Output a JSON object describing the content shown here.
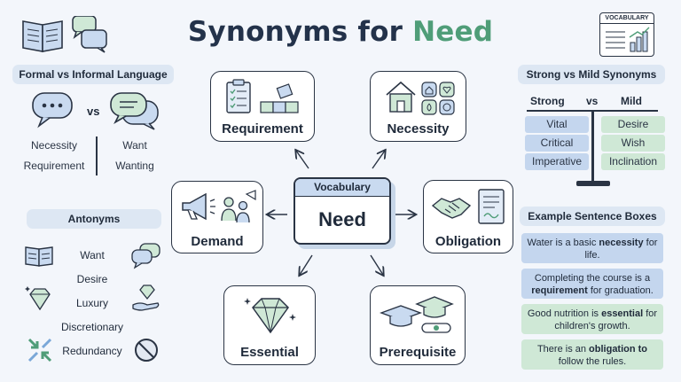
{
  "title": {
    "prefix": "Synonyms for",
    "word": "Need"
  },
  "badge": {
    "label": "VOCABULARY"
  },
  "formal_informal": {
    "heading": "Formal vs Informal Language",
    "vs": "vs",
    "formal": [
      "Necessity",
      "Requirement"
    ],
    "informal": [
      "Want",
      "Wanting"
    ]
  },
  "antonyms": {
    "heading": "Antonyms",
    "items": [
      "Want",
      "Desire",
      "Luxury",
      "Discretionary",
      "Redundancy"
    ]
  },
  "center": {
    "header": "Vocabulary",
    "word": "Need"
  },
  "synonym_cards": {
    "requirement": "Requirement",
    "necessity": "Necessity",
    "demand": "Demand",
    "obligation": "Obligation",
    "essential": "Essential",
    "prerequisite": "Prerequisite"
  },
  "strong_mild": {
    "heading": "Strong vs Mild Synonyms",
    "strong_label": "Strong",
    "vs": "vs",
    "mild_label": "Mild",
    "strong": [
      "Vital",
      "Critical",
      "Imperative"
    ],
    "mild": [
      "Desire",
      "Wish",
      "Inclination"
    ]
  },
  "examples": {
    "heading": "Example Sentence Boxes",
    "items": [
      {
        "before": "Water is a basic ",
        "key": "necessity",
        "after": " for life."
      },
      {
        "before": "Completing the course is a ",
        "key": "requirement",
        "after": " for graduation."
      },
      {
        "before": "Good nutrition is ",
        "key": "essential",
        "after": " for children's growth."
      },
      {
        "before": "There is an ",
        "key": "obligation to",
        "after": " follow the rules."
      }
    ]
  },
  "colors": {
    "accent": "#4f9d78",
    "blue": "#c4d6ee",
    "green": "#cfe8d6",
    "ink": "#2a3444"
  }
}
